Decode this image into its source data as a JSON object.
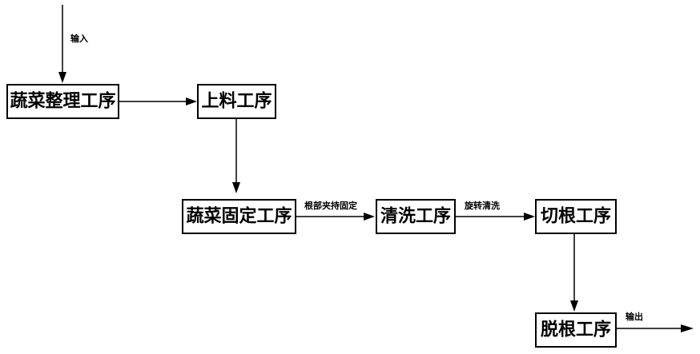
{
  "diagram": {
    "nodes": {
      "sorting": "蔬菜整理工序",
      "loading": "上料工序",
      "fixing": "蔬菜固定工序",
      "cleaning": "清洗工序",
      "root_cutting": "切根工序",
      "root_removal": "脱根工序"
    },
    "edges": {
      "input": "输入",
      "fixing_to_cleaning": "根部夹持固定",
      "cleaning_to_cutting": "旋转清洗",
      "output": "输出"
    }
  }
}
